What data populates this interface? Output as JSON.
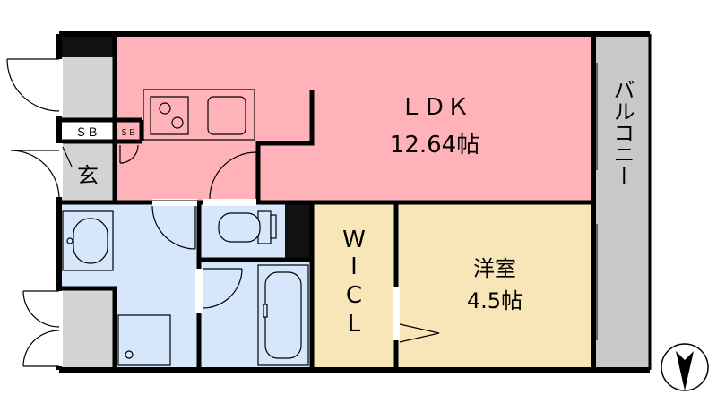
{
  "rooms": {
    "ldk": {
      "name": "ＬＤＫ",
      "size": "12.64帖",
      "color": "#ffb3b8"
    },
    "western": {
      "name": "洋室",
      "size": "4.5帖",
      "color": "#f8e6b8"
    },
    "wic": {
      "name_lines": [
        "W",
        "I",
        "C",
        "L"
      ],
      "color": "#f8e6b8"
    },
    "entrance": {
      "name": "玄",
      "color": "#d3d3d3"
    },
    "sb_left": {
      "name": "ＳＢ"
    },
    "sb_right": {
      "name": "ＳＢ"
    },
    "balcony": {
      "name": "バルコニー",
      "color": "#c8c8c8"
    },
    "wet_area_color": "#d6e6fb"
  },
  "compass": {
    "direction": "north-down-arrow"
  }
}
